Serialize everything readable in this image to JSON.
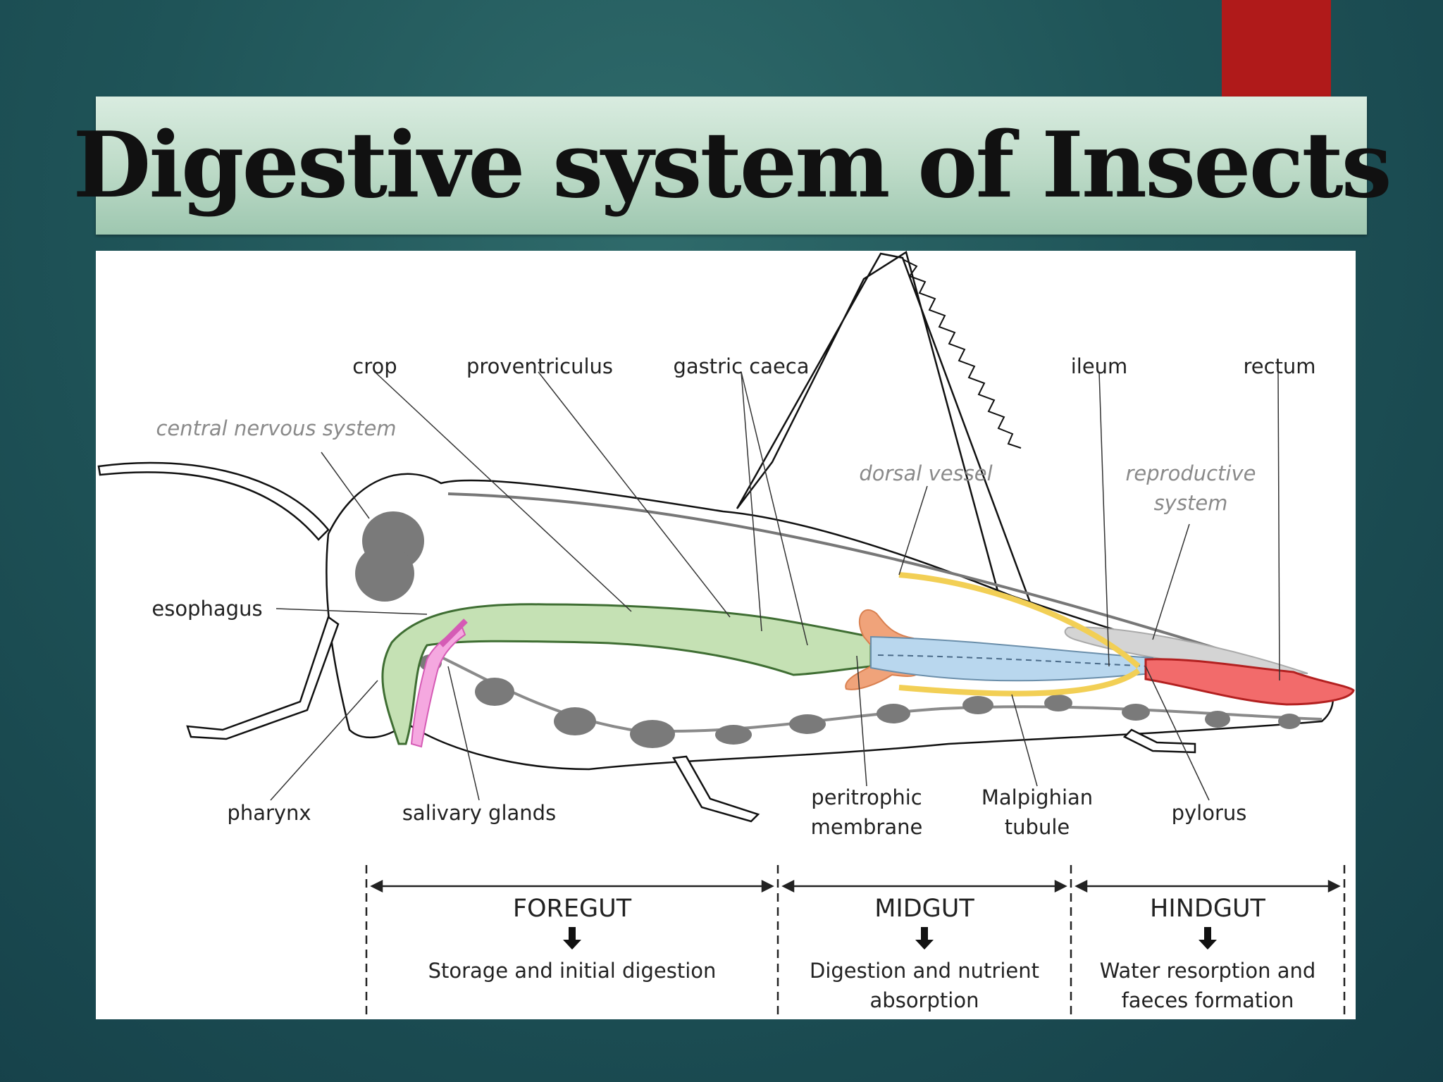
{
  "slide": {
    "title": "Digestive system of Insects",
    "accent_color": "#b01a1a"
  },
  "diagram": {
    "labels": {
      "crop": "crop",
      "proventriculus": "proventriculus",
      "gastric_caeca": "gastric caeca",
      "ileum": "ileum",
      "rectum": "rectum",
      "central_nervous_system": "central nervous system",
      "dorsal_vessel": "dorsal vessel",
      "reproductive_line1": "reproductive",
      "reproductive_line2": "system",
      "esophagus": "esophagus",
      "pharynx": "pharynx",
      "salivary_glands": "salivary glands",
      "peritrophic_line1": "peritrophic",
      "peritrophic_line2": "membrane",
      "malpighian_line1": "Malpighian",
      "malpighian_line2": "tubule",
      "pylorus": "pylorus"
    },
    "sections": [
      {
        "name": "FOREGUT",
        "desc_line1": "Storage and initial digestion",
        "desc_line2": ""
      },
      {
        "name": "MIDGUT",
        "desc_line1": "Digestion and nutrient",
        "desc_line2": "absorption"
      },
      {
        "name": "HINDGUT",
        "desc_line1": "Water resorption and",
        "desc_line2": "faeces formation"
      }
    ],
    "colors": {
      "foregut": "#c5e1b4",
      "midgut": "#b9d7ee",
      "hindgut": "#f26b6b",
      "malpighian": "#f2cf55",
      "gastric_caeca": "#f0a37a",
      "salivary": "#f5a8e0",
      "nervous": "#7a7a7a"
    }
  }
}
